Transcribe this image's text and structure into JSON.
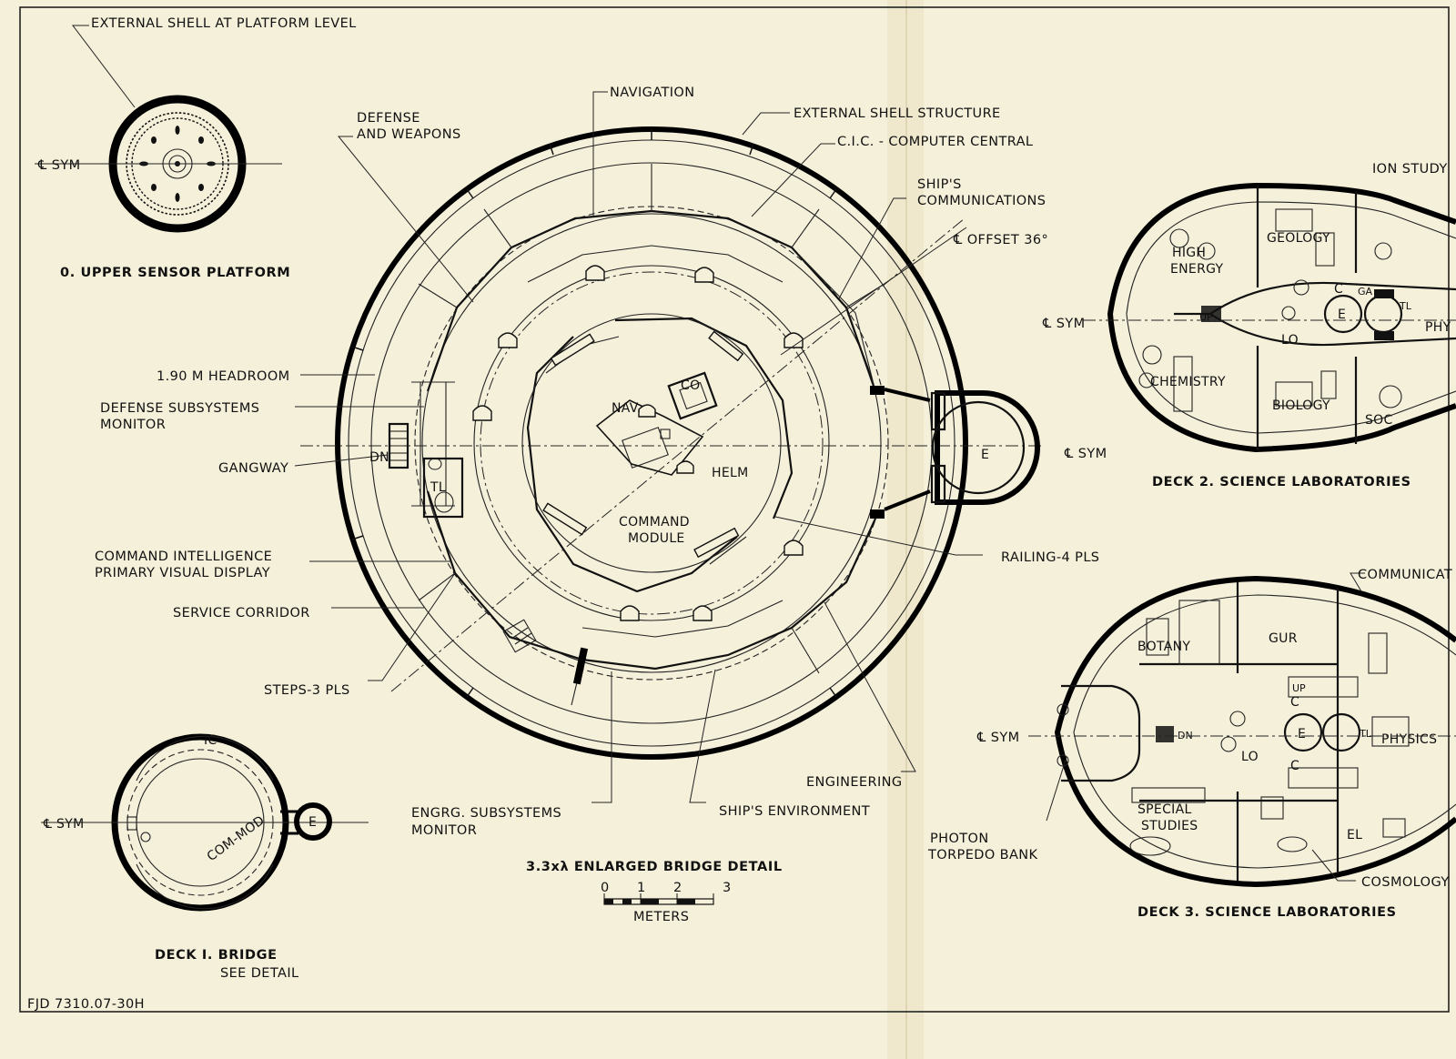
{
  "colors": {
    "paper": "#f5f0da",
    "ink": "#111111"
  },
  "sensor": {
    "shell_label": "EXTERNAL SHELL AT PLATFORM LEVEL",
    "sym": "℄ SYM",
    "title": "0. UPPER SENSOR PLATFORM"
  },
  "bridge": {
    "navigation": "NAVIGATION",
    "defense_weapons_1": "DEFENSE",
    "defense_weapons_2": "AND WEAPONS",
    "external_shell": "EXTERNAL SHELL STRUCTURE",
    "cic": "C.I.C. - COMPUTER CENTRAL",
    "ships_comm_1": "SHIP'S",
    "ships_comm_2": "COMMUNICATIONS",
    "offset": "℄ OFFSET 36°",
    "headroom": "1.90 M HEADROOM",
    "defense_sub_1": "DEFENSE SUBSYSTEMS",
    "defense_sub_2": "MONITOR",
    "gangway": "GANGWAY",
    "cmd_intel_1": "COMMAND INTELLIGENCE",
    "cmd_intel_2": "PRIMARY VISUAL DISPLAY",
    "service_corridor": "SERVICE CORRIDOR",
    "steps": "STEPS-3 PLS",
    "railing": "RAILING-4 PLS",
    "engineering": "ENGINEERING",
    "engrg_sub_1": "ENGRG. SUBSYSTEMS",
    "engrg_sub_2": "MONITOR",
    "ships_env": "SHIP'S ENVIRONMENT",
    "sym": "℄ SYM",
    "nav": "NAV.",
    "co": "CO",
    "helm": "HELM",
    "command_1": "COMMAND",
    "command_2": "MODULE",
    "dn": "DN",
    "tl": "TL",
    "e": "E",
    "detail_title": "3.3xλ ENLARGED BRIDGE DETAIL",
    "scale_ticks": [
      "0",
      "1",
      "2",
      "3"
    ],
    "scale_unit": "METERS"
  },
  "deck1": {
    "ic": "IC",
    "com_mod": "COM-MOD",
    "e": "E",
    "sym": "℄ SYM",
    "title": "DECK I. BRIDGE",
    "subtitle": "SEE DETAIL"
  },
  "deck2": {
    "ion_study": "ION STUDY",
    "high": "HIGH",
    "energy": "ENERGY",
    "geology": "GEOLOGY",
    "chemistry": "CHEMISTRY",
    "biology": "BIOLOGY",
    "soc": "SOC",
    "phy": "PHY",
    "c": "C",
    "ga": "GA",
    "e": "E",
    "lo": "LO",
    "up": "UP",
    "tl": "TL",
    "sym": "℄ SYM",
    "title": "DECK 2. SCIENCE LABORATORIES"
  },
  "deck3": {
    "communicat": "COMMUNICAT",
    "botany": "BOTANY",
    "gur": "GUR",
    "physics": "PHYSICS",
    "special_1": "SPECIAL",
    "special_2": "STUDIES",
    "photon_1": "PHOTON",
    "photon_2": "TORPEDO BANK",
    "cosmology": "COSMOLOGY",
    "c": "C",
    "e": "E",
    "lo": "LO",
    "el": "EL",
    "dn": "DN",
    "up": "UP",
    "tl": "TL",
    "sym": "℄ SYM",
    "title": "DECK 3. SCIENCE LABORATORIES"
  },
  "footer": {
    "drawing_id": "FJD 7310.07-30H"
  }
}
